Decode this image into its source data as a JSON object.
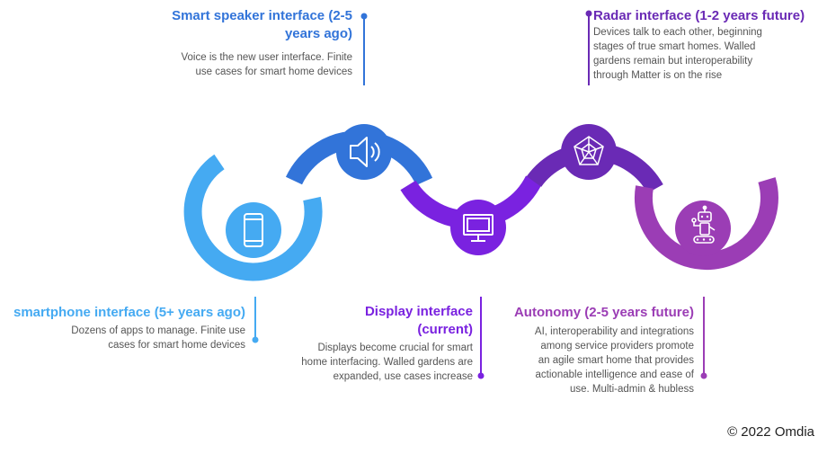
{
  "colors": {
    "smartphone": "#45aaf2",
    "speaker": "#3274d9",
    "display": "#7a22e0",
    "radar": "#6a2ab5",
    "autonomy": "#9b3db5",
    "desc_text": "#555555"
  },
  "stages": [
    {
      "id": "smartphone",
      "title": "smartphone interface (5+ years ago)",
      "description": "Dozens of apps to manage. Finite use cases for smart home devices",
      "icon": "smartphone-icon"
    },
    {
      "id": "speaker",
      "title": "Smart speaker interface (2-5 years ago)",
      "description": "Voice is the new user interface. Finite use cases for smart home devices",
      "icon": "speaker-icon"
    },
    {
      "id": "display",
      "title": "Display interface (current)",
      "description": "Displays become crucial for smart home interfacing. Walled gardens are expanded, use cases increase",
      "icon": "monitor-icon"
    },
    {
      "id": "radar",
      "title": "Radar interface (1-2 years future)",
      "description": "Devices talk to each other, beginning stages of true smart homes. Walled gardens remain but interoperability through Matter is on the rise",
      "icon": "radar-icon"
    },
    {
      "id": "autonomy",
      "title": "Autonomy (2-5 years future)",
      "description": "AI, interoperability and integrations among service providers promote an agile smart home that provides actionable intelligence and ease of use. Multi-admin & hubless",
      "icon": "robot-icon"
    }
  ],
  "copyright": "© 2022 Omdia"
}
